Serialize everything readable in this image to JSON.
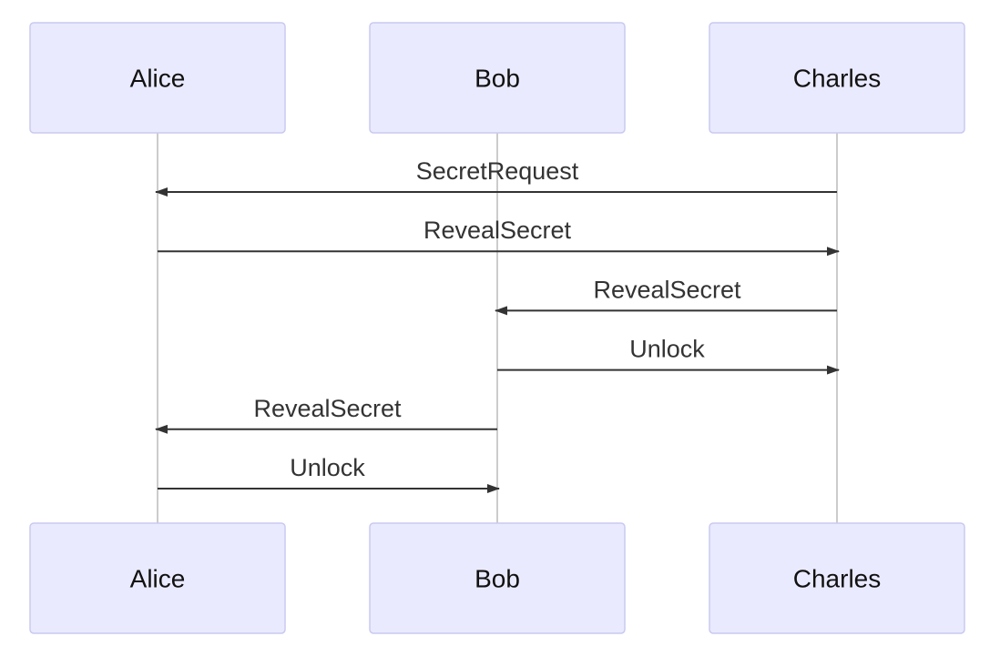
{
  "participants": [
    {
      "id": "alice",
      "label": "Alice"
    },
    {
      "id": "bob",
      "label": "Bob"
    },
    {
      "id": "charles",
      "label": "Charles"
    }
  ],
  "messages": [
    {
      "from": "charles",
      "to": "alice",
      "label": "SecretRequest"
    },
    {
      "from": "alice",
      "to": "charles",
      "label": "RevealSecret"
    },
    {
      "from": "charles",
      "to": "bob",
      "label": "RevealSecret"
    },
    {
      "from": "bob",
      "to": "charles",
      "label": "Unlock"
    },
    {
      "from": "bob",
      "to": "alice",
      "label": "RevealSecret"
    },
    {
      "from": "alice",
      "to": "bob",
      "label": "Unlock"
    }
  ],
  "colors": {
    "actor_fill": "#eaeaff",
    "actor_stroke": "#c9c9f0",
    "line": "#333333",
    "lifeline": "#999999",
    "text": "#111111"
  }
}
